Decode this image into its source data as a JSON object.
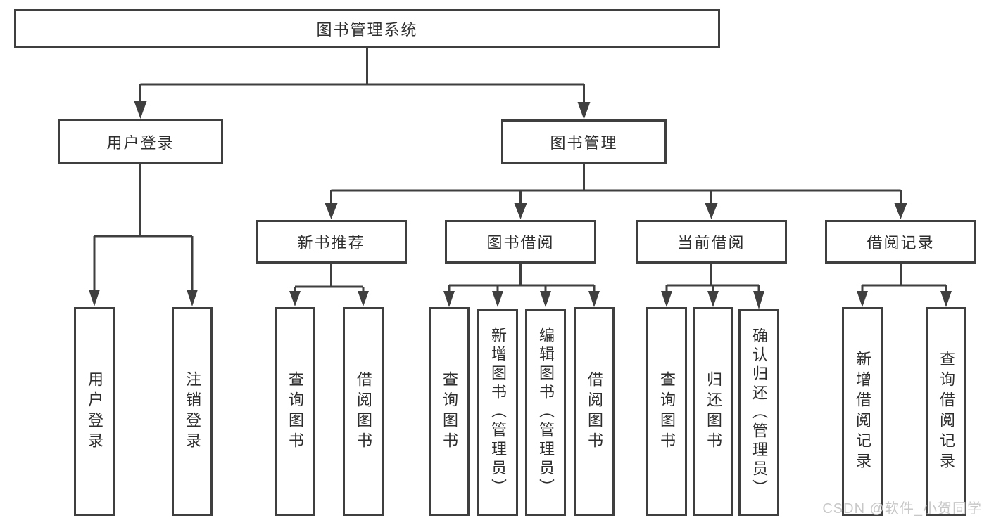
{
  "tree": {
    "label": "图书管理系统",
    "children": [
      {
        "label": "用户登录",
        "children": [
          {
            "label": "用户登录"
          },
          {
            "label": "注销登录"
          }
        ]
      },
      {
        "label": "图书管理",
        "children": [
          {
            "label": "新书推荐",
            "children": [
              {
                "label": "查询图书"
              },
              {
                "label": "借阅图书"
              }
            ]
          },
          {
            "label": "图书借阅",
            "children": [
              {
                "label": "查询图书"
              },
              {
                "label": "新增图书（管理员）"
              },
              {
                "label": "编辑图书（管理员）"
              },
              {
                "label": "借阅图书"
              }
            ]
          },
          {
            "label": "当前借阅",
            "children": [
              {
                "label": "查询图书"
              },
              {
                "label": "归还图书"
              },
              {
                "label": "确认归还（管理员）"
              }
            ]
          },
          {
            "label": "借阅记录",
            "children": [
              {
                "label": "新增借阅记录"
              },
              {
                "label": "查询借阅记录"
              }
            ]
          }
        ]
      }
    ]
  },
  "watermark": "CSDN @软件_小贺同学",
  "theme": {
    "line_color": "#3f3f3f",
    "text_color": "#2e2e2e",
    "background": "#ffffff",
    "watermark_color": "#c8c8c8"
  }
}
